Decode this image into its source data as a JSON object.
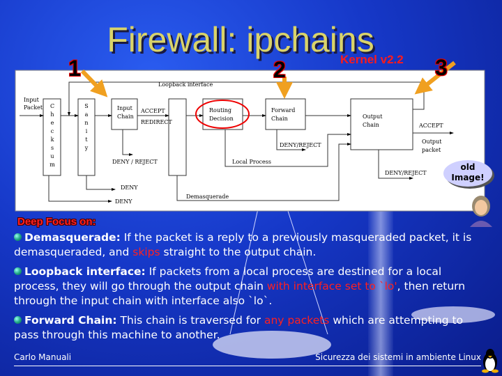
{
  "slide": {
    "title": "Firewall: ipchains",
    "kernel_label": "Kernel v2.2",
    "markers": [
      "1",
      "2",
      "3"
    ]
  },
  "diagram": {
    "input_packet": [
      "Input",
      "Packet"
    ],
    "checksum": [
      "C",
      "h",
      "e",
      "c",
      "k",
      "s",
      "u",
      "m"
    ],
    "sanity": [
      "S",
      "a",
      "n",
      "i",
      "t",
      "y"
    ],
    "input_chain": [
      "Input",
      "Chain"
    ],
    "accept1": "ACCEPT",
    "redirect": "REDIRECT",
    "routing_decision": [
      "Routing",
      "Decision"
    ],
    "forward_chain": [
      "Forward",
      "Chain"
    ],
    "output_chain": [
      "Output",
      "Chain"
    ],
    "loopback_interface": "Loopback interface",
    "accept2": "ACCEPT",
    "output_packet": [
      "Output",
      "packet"
    ],
    "deny_reject_input": "DENY / REJECT",
    "deny_reject_forward": "DENY/REJECT",
    "deny_reject_output": "DENY/REJECT",
    "deny_sanity": "DENY",
    "deny_checksum": "DENY",
    "local_process": "Local Process",
    "demasquerade": "Demasquerade"
  },
  "callout": {
    "line1": "old",
    "line2": "Image!"
  },
  "focus_heading": "Deep Focus on:",
  "bullets": [
    {
      "term": "Demasquerade:",
      "t1": " If the packet is a reply to a previously masqueraded packet, it is demasqueraded, and ",
      "hl": "skips",
      "t2": " straight to the output chain."
    },
    {
      "term": "Loopback interface:",
      "t1": " If packets from a local process are destined for a local process, they will go through the output chain ",
      "hl": "with interface set to `lo'",
      "t2": ", then return through the input chain with interface also `lo`."
    },
    {
      "term": "Forward Chain:",
      "t1": " This chain is traversed for ",
      "hl": "any packets",
      "t2": " which are attempting to pass through this machine to another."
    }
  ],
  "footer": {
    "author": "Carlo Manuali",
    "course": "Sicurezza dei sistemi in ambiente Linux"
  },
  "colors": {
    "title": "#d9d36a",
    "highlight": "#ff2020",
    "arrow": "#f0a020"
  }
}
